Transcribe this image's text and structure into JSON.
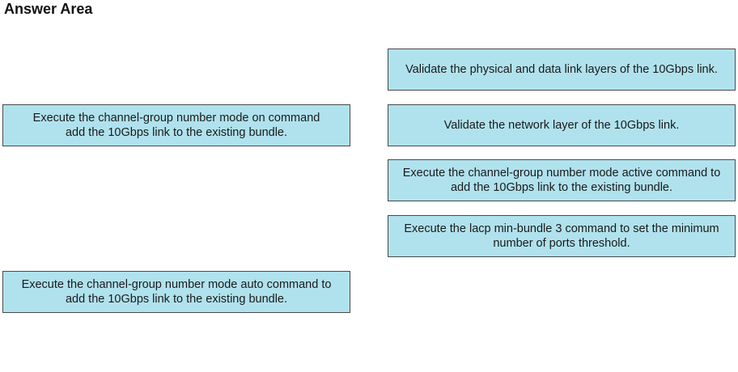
{
  "title": "Answer Area",
  "source_items": [
    {
      "text": "Execute the channel-group number mode on command\nadd the 10Gbps link to the existing bundle."
    },
    {
      "text": "Execute the channel-group number mode auto command to\nadd the 10Gbps link to the existing bundle."
    }
  ],
  "answer_items": [
    {
      "text": "Validate the physical and data link layers of the 10Gbps link."
    },
    {
      "text": "Validate the network layer of the 10Gbps link."
    },
    {
      "text": "Execute the channel-group number mode active command to\nadd the 10Gbps link to the existing bundle."
    },
    {
      "text": "Execute the lacp min-bundle 3 command to set the minimum\nnumber of ports threshold."
    }
  ],
  "colors": {
    "card_fill": "#b0e2ee",
    "card_border": "#4a4a4a",
    "background": "#ffffff"
  }
}
